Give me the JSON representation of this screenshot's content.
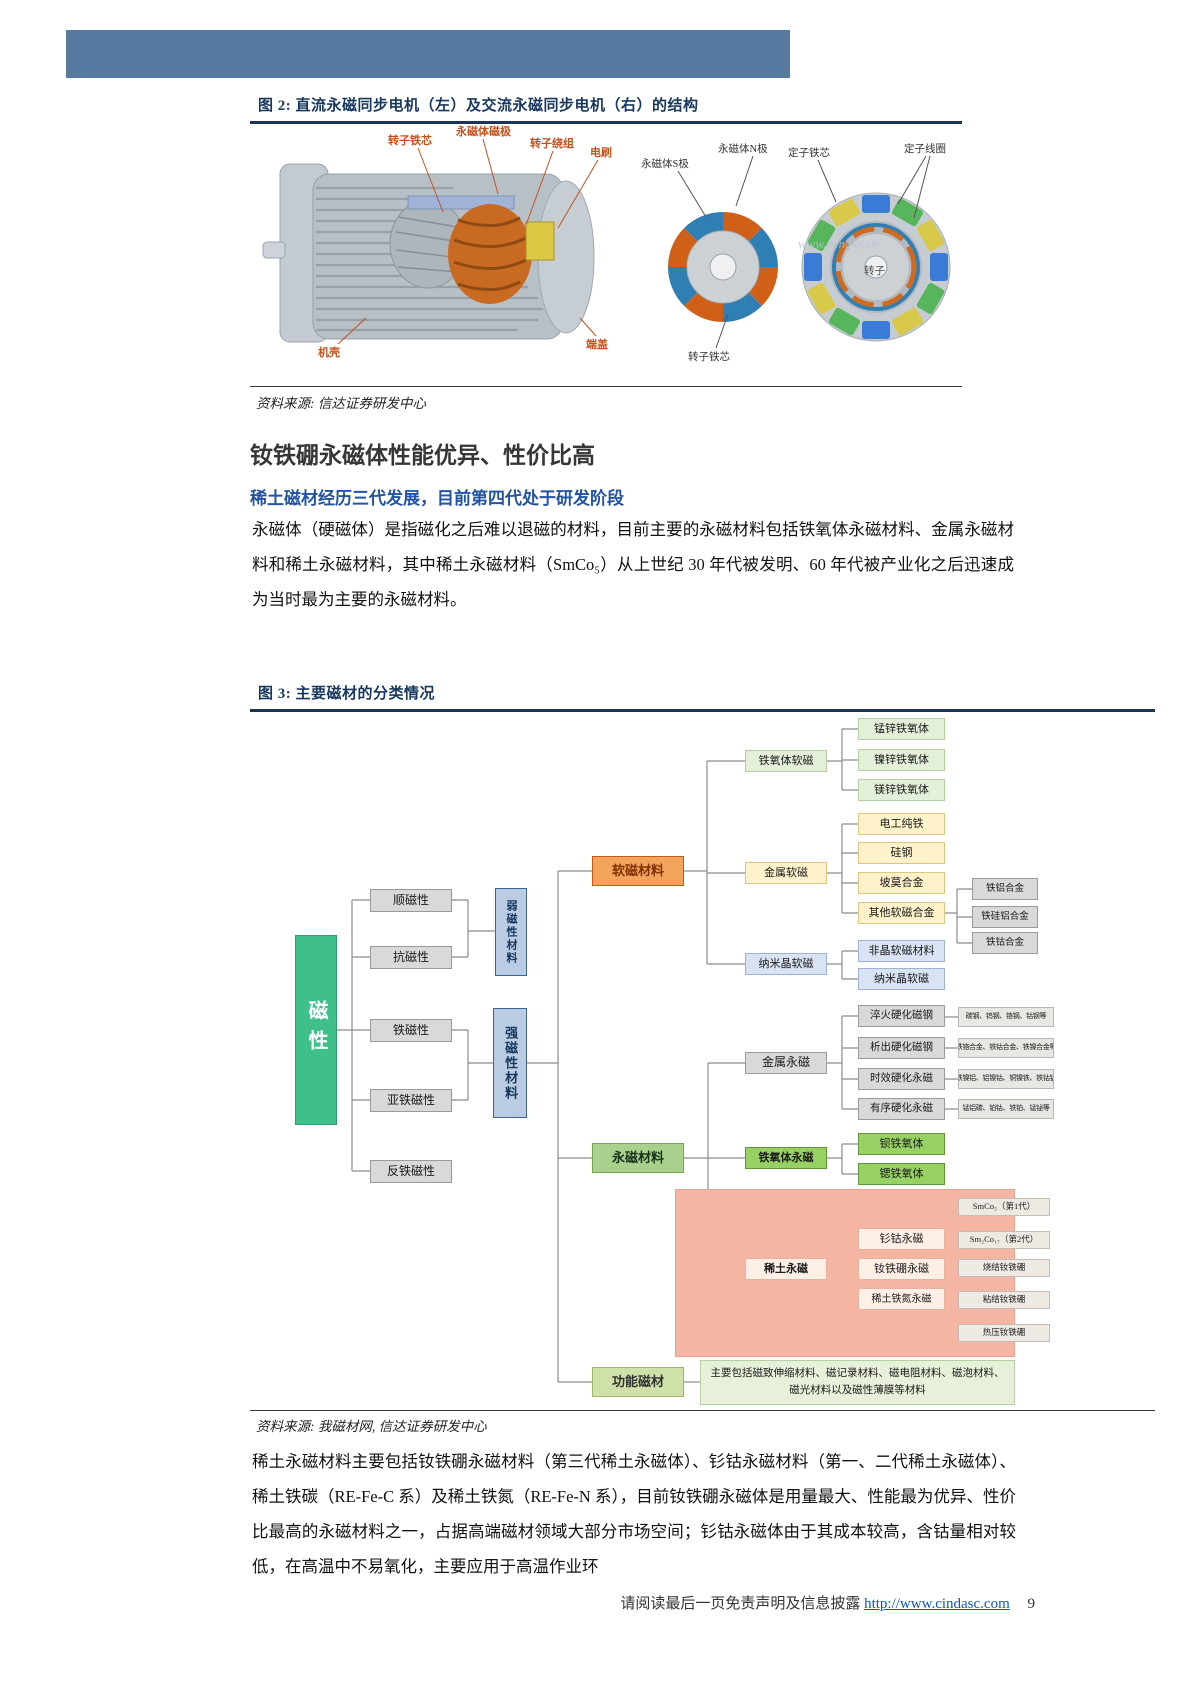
{
  "figure2": {
    "caption": "图 2: 直流永磁同步电机（左）及交流永磁同步电机（右）的结构",
    "source": "资料来源: 信达证券研发中心",
    "left_labels": [
      "转子铁芯",
      "永磁体磁极",
      "转子绕组",
      "电刷",
      "机壳",
      "端盖"
    ],
    "right_labels": [
      "永磁体S极",
      "永磁体N极",
      "转子铁芯",
      "定子铁芯",
      "定子线圈",
      "转子"
    ],
    "watermark": "www.pengky.cn"
  },
  "section": {
    "heading": "钕铁硼永磁体性能优异、性价比高",
    "subheading": "稀土磁材经历三代发展，目前第四代处于研发阶段",
    "paragraph1": "永磁体（硬磁体）是指磁化之后难以退磁的材料，目前主要的永磁材料包括铁氧体永磁材料、金属永磁材料和稀土永磁材料，其中稀土永磁材料（SmCo₅）从上世纪 30 年代被发明、60 年代被产业化之后迅速成为当时最为主要的永磁材料。"
  },
  "figure3": {
    "caption": "图 3: 主要磁材的分类情况",
    "source": "资料来源: 我磁材网, 信达证券研发中心",
    "root": "磁性",
    "properties": [
      "顺磁性",
      "抗磁性",
      "铁磁性",
      "亚铁磁性",
      "反铁磁性"
    ],
    "weak": "弱磁性材料",
    "strong": "强磁性材料",
    "level2": [
      "软磁材料",
      "永磁材料",
      "功能磁材"
    ],
    "ferrite_soft": "铁氧体软磁",
    "ferrite_soft_children": [
      "锰锌铁氧体",
      "镍锌铁氧体",
      "镁锌铁氧体"
    ],
    "metal_soft": "金属软磁",
    "metal_soft_children": [
      "电工纯铁",
      "硅钢",
      "坡莫合金",
      "其他软磁合金"
    ],
    "other_soft_alloys": [
      "铁铝合金",
      "铁硅铝合金",
      "铁钴合金"
    ],
    "nano_soft": "纳米晶软磁",
    "nano_soft_children": [
      "非晶软磁材料",
      "纳米晶软磁"
    ],
    "metal_perm": "金属永磁",
    "metal_perm_children": [
      "淬火硬化磁钢",
      "析出硬化磁钢",
      "时效硬化永磁",
      "有序硬化永磁"
    ],
    "metal_perm_details": [
      "碳钢、钨钢、铬钢、钴钢等",
      "铁铬合金、铁钴合金、铁镍合金等",
      "铁镍铝、铝镍钴、铜镍铁、铁钴钒",
      "锰铝碳、铂钴、铁铂、锰铋等"
    ],
    "ferrite_perm": "铁氧体永磁",
    "ferrite_perm_children": [
      "钡铁氧体",
      "锶铁氧体"
    ],
    "rare_earth": "稀土永磁",
    "rare_earth_children": [
      "钐钴永磁",
      "钕铁硼永磁",
      "稀土铁氮永磁"
    ],
    "rare_earth_details": [
      "SmCo₅（第1代）",
      "Sm₂Co₁₇（第2代）",
      "烧结钕铁硼",
      "粘结钕铁硼",
      "热压钕铁硼"
    ],
    "functional_desc": "主要包括磁致伸缩材料、磁记录材料、磁电阻材料、磁泡材料、磁光材料以及磁性薄膜等材料"
  },
  "paragraph2": "稀土永磁材料主要包括钕铁硼永磁材料（第三代稀土永磁体）、钐钴永磁材料（第一、二代稀土永磁体）、稀土铁碳（RE-Fe-C 系）及稀土铁氮（RE-Fe-N 系），目前钕铁硼永磁体是用量最大、性能最为优异、性价比最高的永磁材料之一，占据高端磁材领域大部分市场空间；钐钴永磁体由于其成本较高，含钴量相对较低，在高温中不易氧化，主要应用于高温作业环",
  "footer": {
    "disclaimer": "请阅读最后一页免责声明及信息披露",
    "url": "http://www.cindasc.com",
    "page_number": "9"
  }
}
